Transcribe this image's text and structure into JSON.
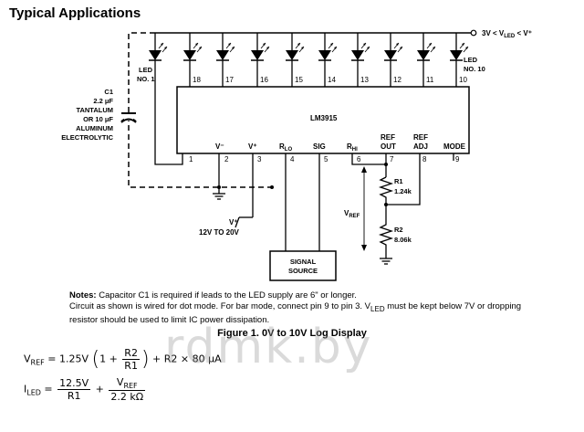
{
  "heading": "Typical Applications",
  "chip": {
    "name": "LM3915",
    "pins": {
      "p1": "1",
      "p2": "2",
      "p3": "3",
      "p4": "4",
      "p5": "5",
      "p6": "6",
      "p7": "7",
      "p8": "8",
      "p9": "9",
      "p10": "10",
      "p11": "11",
      "p12": "12",
      "p13": "13",
      "p14": "14",
      "p15": "15",
      "p16": "16",
      "p17": "17",
      "p18": "18"
    },
    "pin_labels": {
      "vminus": "V⁻",
      "vplus": "V⁺",
      "rlo": "R",
      "rlo_sub": "LO",
      "sig": "SIG",
      "rhi": "R",
      "rhi_sub": "HI",
      "refout_1": "REF",
      "refout_2": "OUT",
      "refadj_1": "REF",
      "refadj_2": "ADJ",
      "mode": "MODE"
    }
  },
  "labels": {
    "led1_1": "LED",
    "led1_2": "NO. 1",
    "led10_1": "LED",
    "led10_2": "NO. 10",
    "supply": "3V < V",
    "supply_sub": "LED",
    "supply_tail": " < V⁺",
    "c1_1": "C1",
    "c1_2": "2.2 μF",
    "c1_3": "TANTALUM",
    "c1_4": "OR 10 μF",
    "c1_5": "ALUMINUM",
    "c1_6": "ELECTROLYTIC",
    "vplus": "V⁺",
    "vplus_range": "12V TO 20V",
    "r1_1": "R1",
    "r1_2": "1.24k",
    "r2_1": "R2",
    "r2_2": "8.06k",
    "vref": "V",
    "vref_sub": "REF",
    "signal_1": "SIGNAL",
    "signal_2": "SOURCE"
  },
  "notes": {
    "title": "Notes:",
    "line1": "Capacitor C1 is required if leads to the LED supply are 6\" or longer.",
    "line2a": "Circuit as shown is wired for dot mode. For bar mode, connect pin 9 to pin 3. V",
    "line2sub": "LED",
    "line2b": " must be kept below 7V or dropping",
    "line3": "resistor should be used to limit IC power dissipation."
  },
  "caption": "Figure 1.  0V to 10V Log Display",
  "equations": {
    "vref_lhs": "V",
    "vref_lhs_sub": "REF",
    "eq1_a": " = 1.25V",
    "eq1_one": "1 +",
    "eq1_num": "R2",
    "eq1_den": "R1",
    "eq1_tail": "+ R2 × 80 μA",
    "iled_lhs": "I",
    "iled_lhs_sub": "LED",
    "eq2_eq": " = ",
    "eq2_num1": "12.5V",
    "eq2_den1": "R1",
    "eq2_plus": "+",
    "eq2_num2": "V",
    "eq2_num2_sub": "REF",
    "eq2_den2": "2.2 kΩ"
  },
  "watermark": "rdmk.by"
}
